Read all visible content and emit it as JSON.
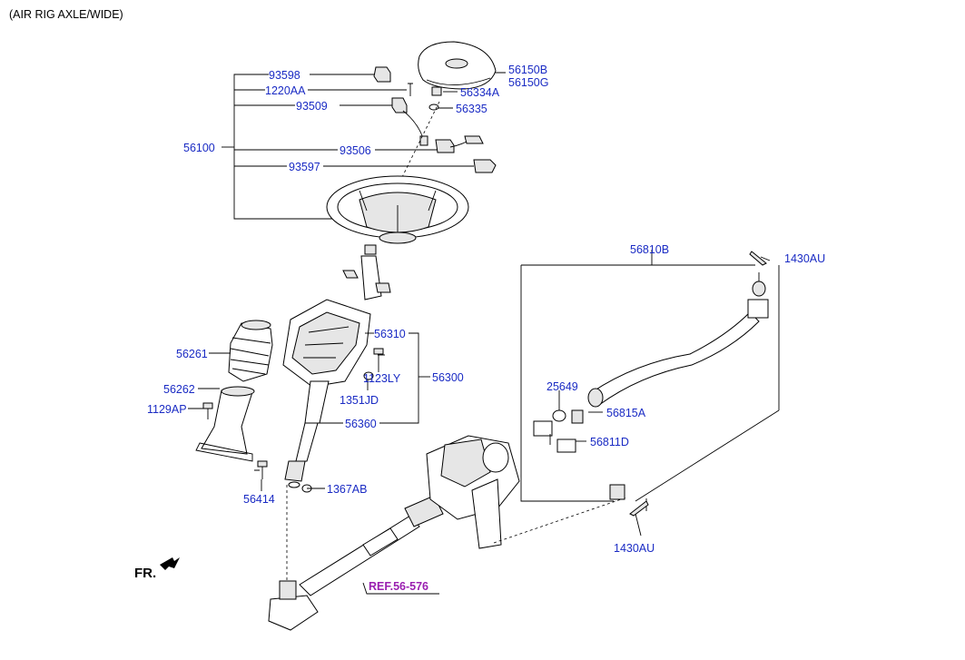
{
  "header": "(AIR RIG AXLE/WIDE)",
  "labels": {
    "p93598": "93598",
    "p1220AA": "1220AA",
    "p93509": "93509",
    "p56100": "56100",
    "p93506": "93506",
    "p93597": "93597",
    "p56150B": "56150B",
    "p56150G": "56150G",
    "p56334A": "56334A",
    "p56335": "56335",
    "p56810B": "56810B",
    "p1430AU_top": "1430AU",
    "p56261": "56261",
    "p56310": "56310",
    "p1123LY": "1123LY",
    "p56300": "56300",
    "p56262": "56262",
    "p1351JD": "1351JD",
    "p1129AP": "1129AP",
    "p56360": "56360",
    "p25649": "25649",
    "p56815A": "56815A",
    "p56811D": "56811D",
    "p56414": "56414",
    "p1367AB": "1367AB",
    "p1430AU_bottom": "1430AU"
  },
  "ref": "REF.56-576",
  "fr": "FR."
}
